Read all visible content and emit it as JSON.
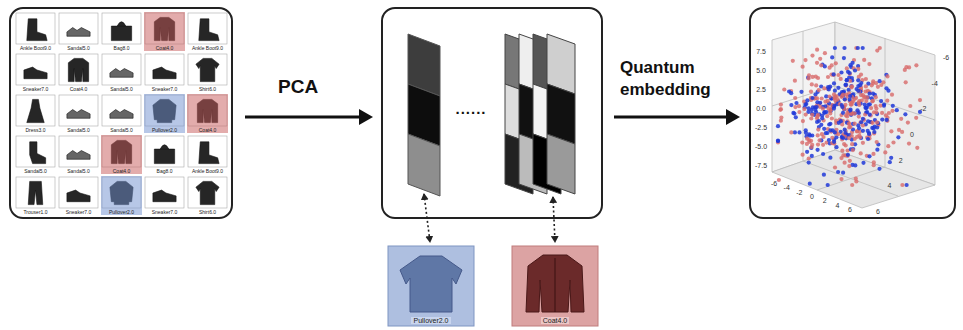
{
  "diagram": {
    "nodes": [
      {
        "text": [
          "Pullover2.0"
        ]
      },
      {
        "text": [
          "Coat4.0"
        ]
      }
    ],
    "labels": [
      "PCA",
      "Quantum embedding",
      "......",
      "Ankle Boot9.0",
      "Sandal5.0",
      "Bag8.0",
      "Coat4.0",
      "Ankle Boot9.0",
      "Sneaker7.0",
      "Coat4.0",
      "Sandal5.0",
      "Sneaker7.0",
      "Shirt6.0",
      "Dress3.0",
      "Sandal5.0",
      "Sandal5.0",
      "Pullover2.0",
      "Coat4.0",
      "Sandal5.0",
      "Sandal5.0",
      "Coat4.0",
      "Bag8.0",
      "Ankle Boot9.0",
      "Trouser1.0",
      "Sneaker7.0",
      "Pullover2.0",
      "Sneaker7.0",
      "Shirt6.0",
      "7.5",
      "5.0",
      "2.5",
      "0.0",
      "-2.5",
      "-5.0",
      "-7.5",
      "-6",
      "-4",
      "-2",
      "0",
      "2",
      "4",
      "6",
      "6",
      "4",
      "2",
      "0",
      "-2",
      "-4",
      "-6"
    ]
  }
}
